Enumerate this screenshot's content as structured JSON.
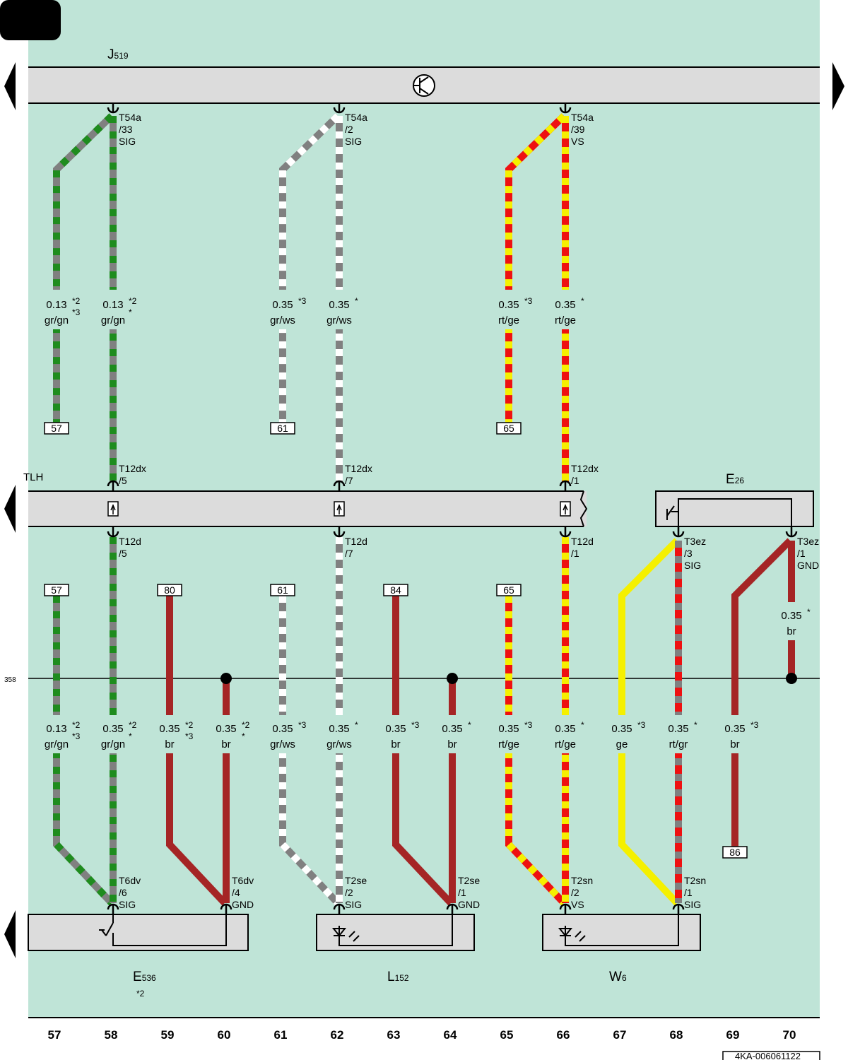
{
  "doc_id": "4KA-006061122",
  "sheet_number": "358",
  "column_numbers": [
    "57",
    "58",
    "59",
    "60",
    "61",
    "62",
    "63",
    "64",
    "65",
    "66",
    "67",
    "68",
    "69",
    "70"
  ],
  "components": {
    "J519": {
      "prefix": "J",
      "suffix": "519"
    },
    "TLH": {
      "label": "TLH"
    },
    "E26": {
      "prefix": "E",
      "suffix": "26"
    },
    "E536": {
      "prefix": "E",
      "suffix": "536",
      "note": "*2"
    },
    "L152": {
      "prefix": "L",
      "suffix": "152"
    },
    "W6": {
      "prefix": "W",
      "suffix": "6"
    }
  },
  "pins": {
    "T54a_33": [
      "T54a",
      "/33",
      "SIG"
    ],
    "T54a_2": [
      "T54a",
      "/2",
      "SIG"
    ],
    "T54a_39": [
      "T54a",
      "/39",
      "VS"
    ],
    "T12dx_5": [
      "T12dx",
      "/5"
    ],
    "T12dx_7": [
      "T12dx",
      "/7"
    ],
    "T12dx_1": [
      "T12dx",
      "/1"
    ],
    "T12d_5": [
      "T12d",
      "/5"
    ],
    "T12d_7": [
      "T12d",
      "/7"
    ],
    "T12d_1": [
      "T12d",
      "/1"
    ],
    "T3ez_3": [
      "T3ez",
      "/3",
      "SIG"
    ],
    "T3ez_1": [
      "T3ez",
      "/1",
      "GND"
    ],
    "T6dv_6": [
      "T6dv",
      "/6",
      "SIG"
    ],
    "T6dv_4": [
      "T6dv",
      "/4",
      "GND"
    ],
    "T2se_2": [
      "T2se",
      "/2",
      "SIG"
    ],
    "T2se_1": [
      "T2se",
      "/1",
      "GND"
    ],
    "T2sn_2": [
      "T2sn",
      "/2",
      "VS"
    ],
    "T2sn_1": [
      "T2sn",
      "/1",
      "SIG"
    ]
  },
  "refs": {
    "u57": "57",
    "u61": "61",
    "u65": "65",
    "l57": "57",
    "l80": "80",
    "l61": "61",
    "l84": "84",
    "l65": "65",
    "r86": "86"
  },
  "wires": {
    "u1": {
      "size": "0.13",
      "color": "gr/gn",
      "note": [
        "*2",
        "*3"
      ]
    },
    "u2": {
      "size": "0.13",
      "color": "gr/gn",
      "note": [
        "*2",
        "*"
      ]
    },
    "u3": {
      "size": "0.35",
      "color": "gr/ws",
      "note": [
        "*3"
      ]
    },
    "u4": {
      "size": "0.35",
      "color": "gr/ws",
      "note": [
        "*"
      ]
    },
    "u5": {
      "size": "0.35",
      "color": "rt/ge",
      "note": [
        "*3"
      ]
    },
    "u6": {
      "size": "0.35",
      "color": "rt/ge",
      "note": [
        "*"
      ]
    },
    "e26gnd": {
      "size": "0.35",
      "color": "br",
      "note": [
        "*"
      ]
    },
    "l57": {
      "size": "0.13",
      "color": "gr/gn",
      "note": [
        "*2",
        "*3"
      ]
    },
    "l58": {
      "size": "0.35",
      "color": "gr/gn",
      "note": [
        "*2",
        "*"
      ]
    },
    "l59": {
      "size": "0.35",
      "color": "br",
      "note": [
        "*2",
        "*3"
      ]
    },
    "l60": {
      "size": "0.35",
      "color": "br",
      "note": [
        "*2",
        "*"
      ]
    },
    "l61": {
      "size": "0.35",
      "color": "gr/ws",
      "note": [
        "*3"
      ]
    },
    "l62": {
      "size": "0.35",
      "color": "gr/ws",
      "note": [
        "*"
      ]
    },
    "l63": {
      "size": "0.35",
      "color": "br",
      "note": [
        "*3"
      ]
    },
    "l64": {
      "size": "0.35",
      "color": "br",
      "note": [
        "*"
      ]
    },
    "l65": {
      "size": "0.35",
      "color": "rt/ge",
      "note": [
        "*3"
      ]
    },
    "l66": {
      "size": "0.35",
      "color": "rt/ge",
      "note": [
        "*"
      ]
    },
    "l67": {
      "size": "0.35",
      "color": "ge",
      "note": [
        "*3"
      ]
    },
    "l68": {
      "size": "0.35",
      "color": "rt/gr",
      "note": [
        "*"
      ]
    },
    "l69": {
      "size": "0.35",
      "color": "br",
      "note": [
        "*3"
      ]
    }
  },
  "colors": {
    "background": "#bfe4d7",
    "component": "#dcdcdc",
    "gray": "#808080",
    "green": "#1e8c1e",
    "white": "#ffffff",
    "red": "#ee1111",
    "yellow": "#f5f000",
    "brown": "#a52525"
  }
}
